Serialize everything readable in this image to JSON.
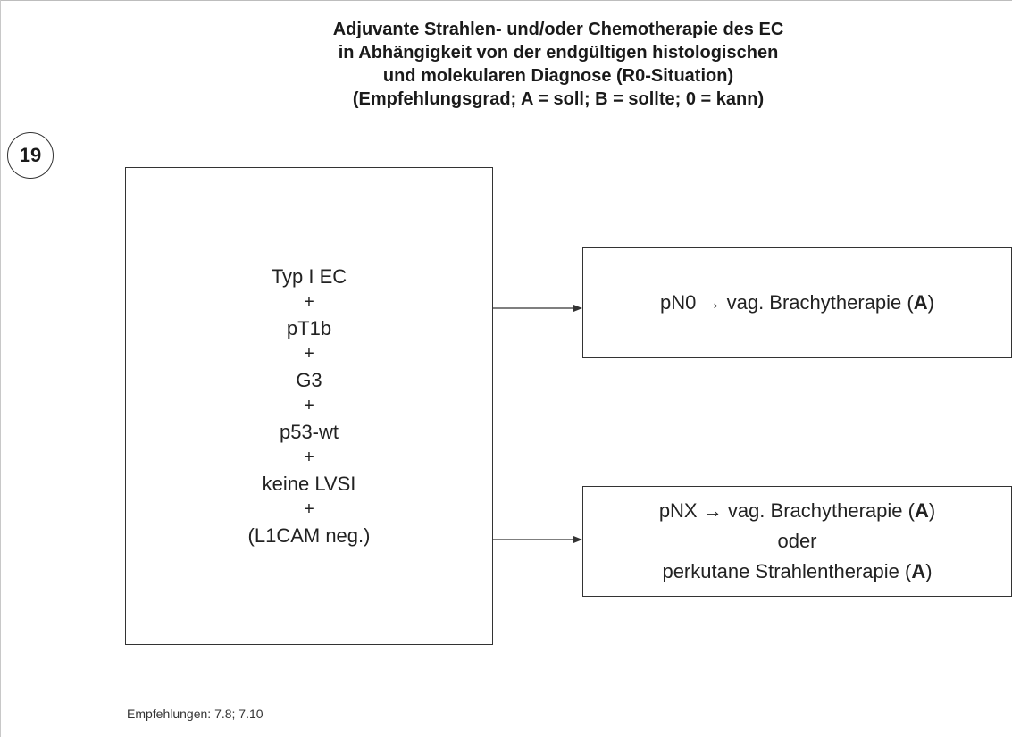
{
  "title": {
    "lines": [
      "Adjuvante Strahlen- und/oder Chemotherapie des EC",
      "in Abhängigkeit von der endgültigen histologischen",
      "und molekularen Diagnose (R0-Situation)",
      "(Empfehlungsgrad; A = soll; B = sollte; 0 = kann)"
    ]
  },
  "badge": "19",
  "criteria": [
    "Typ I EC",
    "pT1b",
    "G3",
    "p53-wt",
    "keine LVSI",
    "(L1CAM neg.)"
  ],
  "plus": "+",
  "outcomes": {
    "pn0": {
      "prefix": "pN0 → vag. Brachytherapie (",
      "grade": "A",
      "suffix": ")"
    },
    "pnx": {
      "line1_prefix": "pNX → vag. Brachytherapie (",
      "line1_grade": "A",
      "line1_suffix": ")",
      "line2": "oder",
      "line3_prefix": "perkutane Strahlentherapie (",
      "line3_grade": "A",
      "line3_suffix": ")"
    }
  },
  "footer": "Empfehlungen: 7.8; 7.10"
}
